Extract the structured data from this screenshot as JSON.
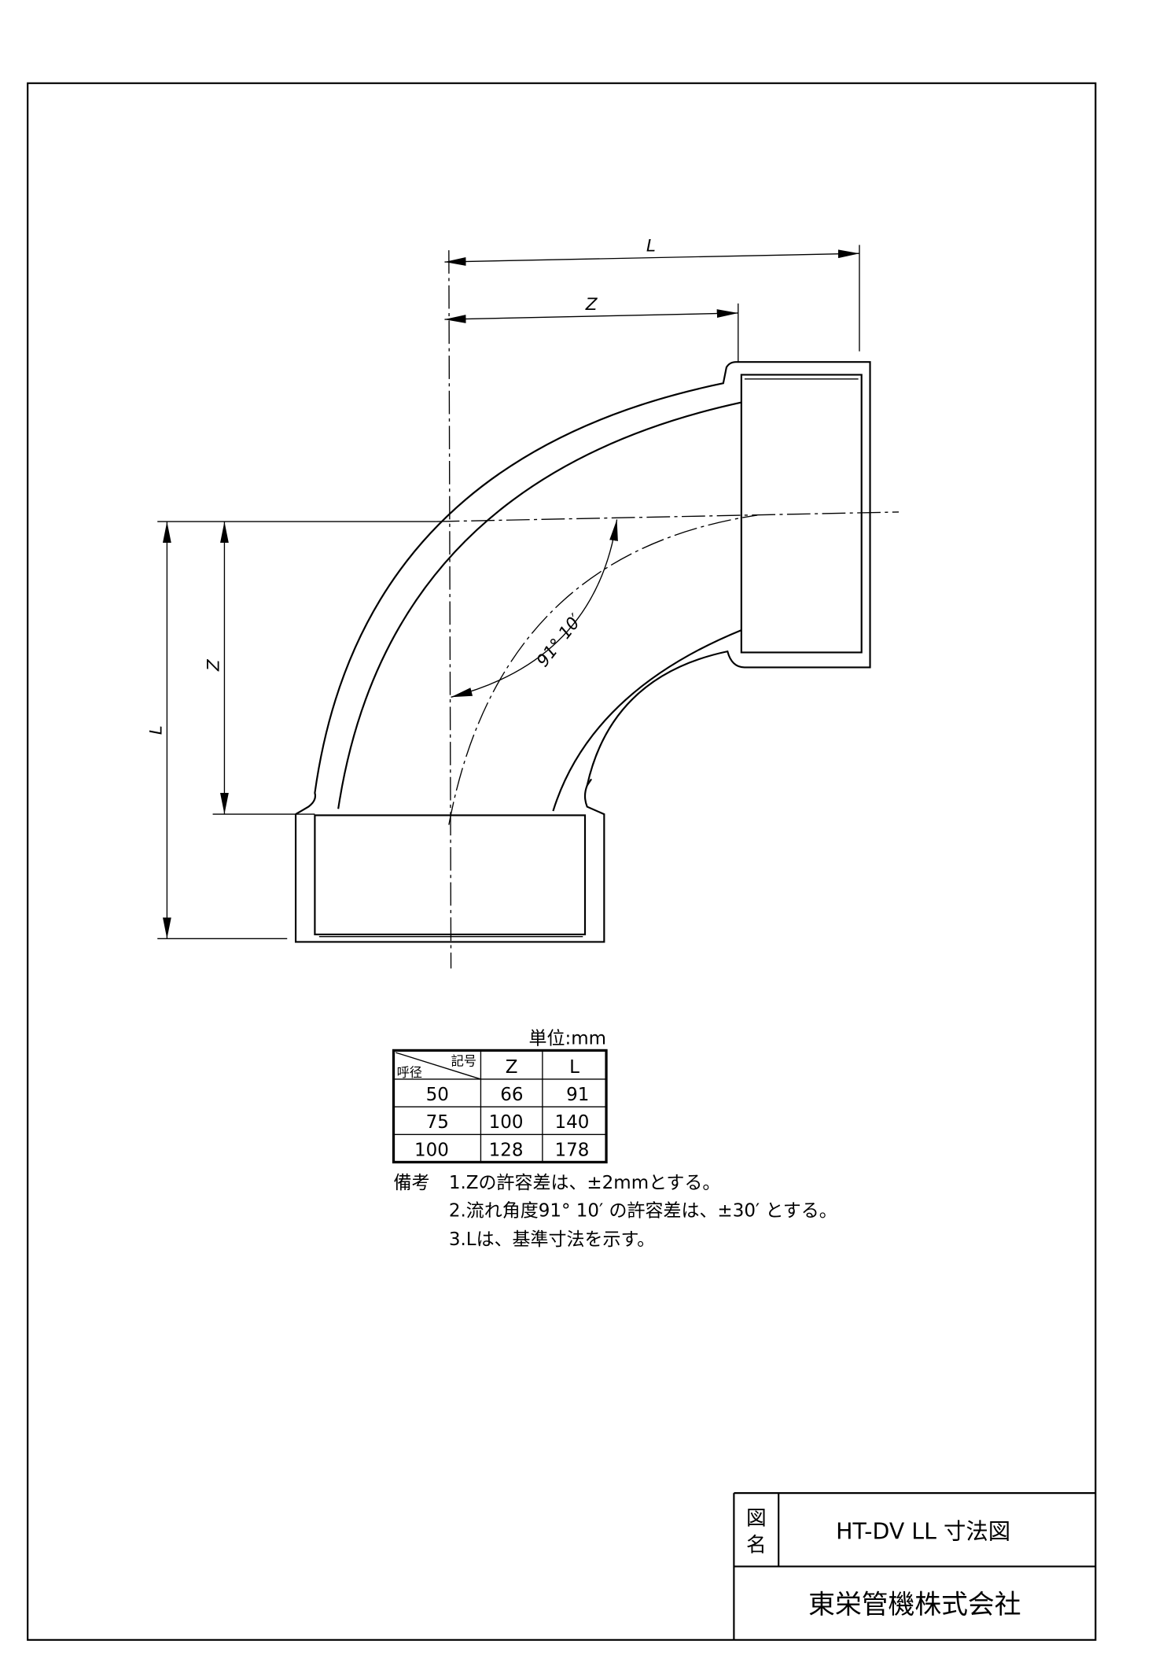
{
  "drawing": {
    "dim_labels": {
      "top_L": "L",
      "top_Z": "Z",
      "left_L": "L",
      "left_Z": "Z"
    },
    "angle_label": "91° 10′"
  },
  "table": {
    "unit": "単位:mm",
    "header": {
      "corner_top": "記号",
      "corner_bottom": "呼径",
      "col_z": "Z",
      "col_l": "L"
    },
    "rows": [
      {
        "size": "50",
        "z": "66",
        "l": "91"
      },
      {
        "size": "75",
        "z": "100",
        "l": "140"
      },
      {
        "size": "100",
        "z": "128",
        "l": "178"
      }
    ]
  },
  "notes": {
    "heading": "備考",
    "items": [
      "1.Zの許容差は、±2mmとする。",
      "2.流れ角度91° 10′ の許容差は、±30′ とする。",
      "3.Lは、基準寸法を示す。"
    ]
  },
  "title_block": {
    "label": "図名",
    "label_1": "図",
    "label_2": "名",
    "drawing_name": "HT-DV LL 寸法図",
    "company": "東栄管機株式会社"
  }
}
